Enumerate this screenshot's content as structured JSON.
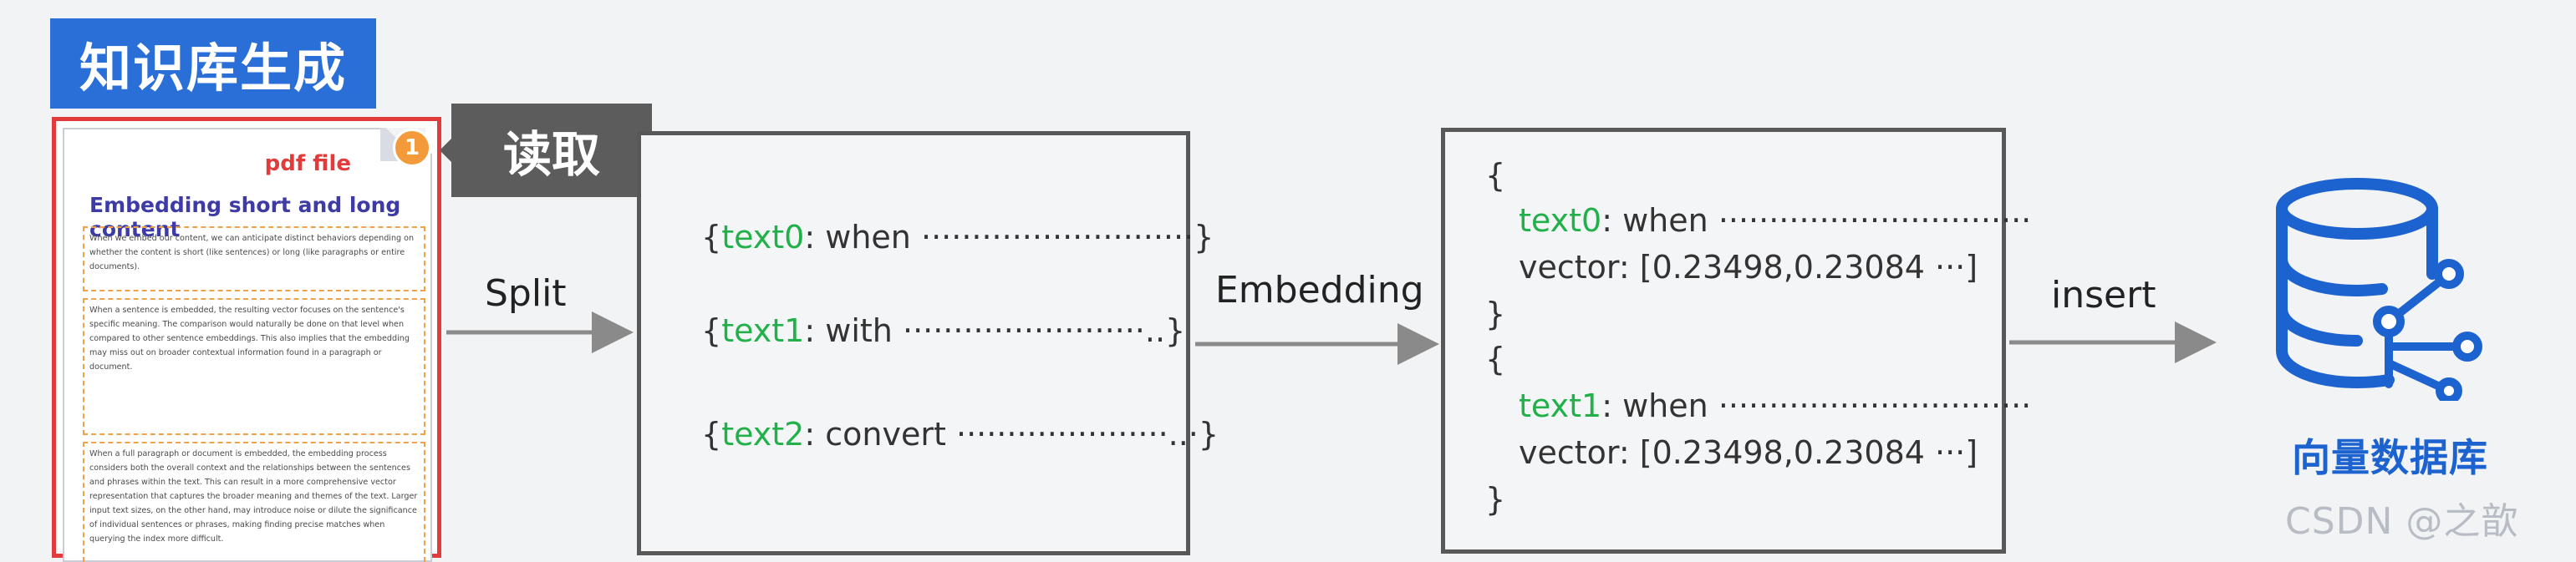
{
  "title": "知识库生成",
  "pdf": {
    "file_label": "pdf file",
    "step_number": "1",
    "heading": "Embedding short and long content",
    "paragraphs": [
      "When we embed our content, we can anticipate distinct behaviors depending on whether the content is short (like sentences) or long (like paragraphs or entire documents).",
      "When a sentence is embedded, the resulting vector focuses on the sentence's specific meaning. The comparison would naturally be done on that level when compared to other sentence embeddings. This also implies that the embedding may miss out on broader contextual information found in a paragraph or document.",
      "When a full paragraph or document is embedded, the embedding process considers both the overall context and the relationships between the sentences and phrases within the text. This can result in a more comprehensive vector representation that captures the broader meaning and themes of the text. Larger input text sizes, on the other hand, may introduce noise or dilute the significance of individual sentences or phrases, making finding precise matches when querying the index more difficult."
    ]
  },
  "read_label": "读取",
  "steps": {
    "split": "Split",
    "embedding": "Embedding",
    "insert": "insert"
  },
  "chunks": [
    {
      "key": "text0",
      "word": "when",
      "dots": "···························"
    },
    {
      "key": "text1",
      "word": "with",
      "dots": "························.."
    },
    {
      "key": "text2",
      "word": "convert",
      "dots": "·····················..·"
    }
  ],
  "vectors": [
    {
      "key": "text0",
      "word": "when",
      "dots": "·······························",
      "vector_key": "vector",
      "vector_value": "[0.23498,0.23084 ···]"
    },
    {
      "key": "text1",
      "word": "when",
      "dots": "·······························",
      "vector_key": "vector",
      "vector_value": "[0.23498,0.23084 ···]"
    }
  ],
  "db_label": "向量数据库",
  "watermark": "CSDN @之歆",
  "colors": {
    "accent_blue": "#2a6fd8",
    "db_blue": "#1d63cf",
    "key_green": "#22b04a",
    "vector_orange": "#f0883a",
    "highlight_red": "#e23b3b"
  },
  "icons": {
    "database": "database-network-icon",
    "arrow": "right-arrow-icon"
  }
}
